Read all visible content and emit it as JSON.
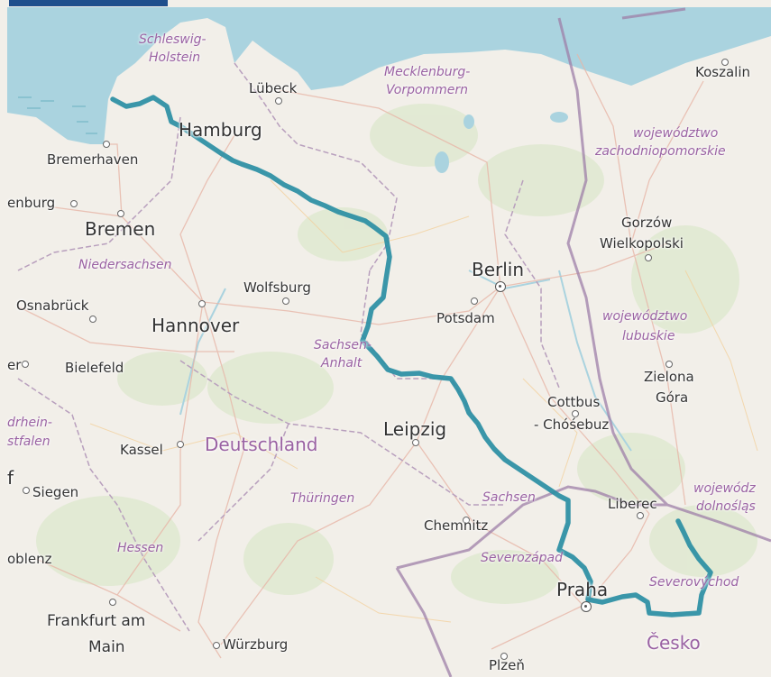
{
  "map": {
    "colors": {
      "water": "#aad3df",
      "land": "#f2efe9",
      "route": "#2a8ea3",
      "border": "#9e7fa8",
      "forest": "#d6e5c3"
    },
    "cities": [
      {
        "id": "lubeck",
        "name": "Lübeck"
      },
      {
        "id": "hamburg",
        "name": "Hamburg"
      },
      {
        "id": "bremerhaven",
        "name": "Bremerhaven"
      },
      {
        "id": "oldenburg",
        "name": "enburg"
      },
      {
        "id": "bremen",
        "name": "Bremen"
      },
      {
        "id": "osnabruck",
        "name": "Osnabrück"
      },
      {
        "id": "wolfsburg",
        "name": "Wolfsburg"
      },
      {
        "id": "hannover",
        "name": "Hannover"
      },
      {
        "id": "bielefeld",
        "name": "Bielefeld"
      },
      {
        "id": "herford",
        "name": "er"
      },
      {
        "id": "kassel",
        "name": "Kassel"
      },
      {
        "id": "siegen",
        "name": "Siegen"
      },
      {
        "id": "koblenz",
        "name": "oblenz"
      },
      {
        "id": "frankfurt1",
        "name": "Frankfurt am"
      },
      {
        "id": "frankfurt2",
        "name": "Main"
      },
      {
        "id": "wurzburg",
        "name": "Würzburg"
      },
      {
        "id": "berlin",
        "name": "Berlin"
      },
      {
        "id": "potsdam",
        "name": "Potsdam"
      },
      {
        "id": "leipzig",
        "name": "Leipzig"
      },
      {
        "id": "chemnitz",
        "name": "Chemnitz"
      },
      {
        "id": "cottbus1",
        "name": "Cottbus"
      },
      {
        "id": "cottbus2",
        "name": "- Chóśebuz"
      },
      {
        "id": "liberec",
        "name": "Liberec"
      },
      {
        "id": "praha",
        "name": "Praha"
      },
      {
        "id": "plzen",
        "name": "Plzeň"
      },
      {
        "id": "koszalin",
        "name": "Koszalin"
      },
      {
        "id": "gorzow1",
        "name": "Gorzów"
      },
      {
        "id": "gorzow2",
        "name": "Wielkopolski"
      },
      {
        "id": "zielona1",
        "name": "Zielona"
      },
      {
        "id": "zielona2",
        "name": "Góra"
      },
      {
        "id": "cesko",
        "name": "Česko"
      },
      {
        "id": "deutschland",
        "name": "Deutschland"
      },
      {
        "id": "f",
        "name": "f"
      }
    ],
    "regions": [
      {
        "id": "sh1",
        "name": "Schleswig-"
      },
      {
        "id": "sh2",
        "name": "Holstein"
      },
      {
        "id": "mv1",
        "name": "Mecklenburg-"
      },
      {
        "id": "mv2",
        "name": "Vorpommern"
      },
      {
        "id": "zp1",
        "name": "województwo"
      },
      {
        "id": "zp2",
        "name": "zachodniopomorskie"
      },
      {
        "id": "ns",
        "name": "Niedersachsen"
      },
      {
        "id": "sa1",
        "name": "Sachsen-"
      },
      {
        "id": "sa2",
        "name": "Anhalt"
      },
      {
        "id": "lu1",
        "name": "województwo"
      },
      {
        "id": "lu2",
        "name": "lubuskie"
      },
      {
        "id": "nw1",
        "name": "drhein-"
      },
      {
        "id": "nw2",
        "name": "stfalen"
      },
      {
        "id": "th",
        "name": "Thüringen"
      },
      {
        "id": "sn",
        "name": "Sachsen"
      },
      {
        "id": "he",
        "name": "Hessen"
      },
      {
        "id": "sz",
        "name": "Severozápad"
      },
      {
        "id": "sv",
        "name": "Severovýchod"
      },
      {
        "id": "ds1",
        "name": "wojewódz"
      },
      {
        "id": "ds2",
        "name": "dolnośląs"
      }
    ]
  }
}
